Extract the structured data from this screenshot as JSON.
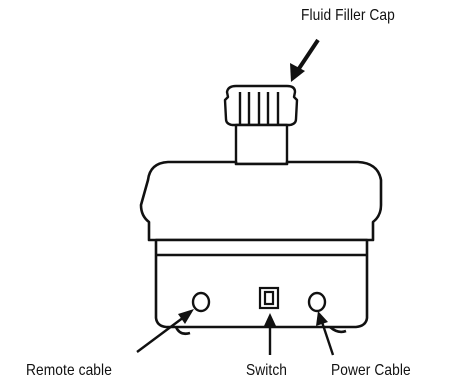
{
  "labels": {
    "fluid_filler_cap": "Fluid Filler Cap",
    "remote_cable": "Remote cable",
    "switch": "Switch",
    "power_cable": "Power Cable"
  },
  "colors": {
    "ink": "#111111",
    "background": "#ffffff"
  }
}
